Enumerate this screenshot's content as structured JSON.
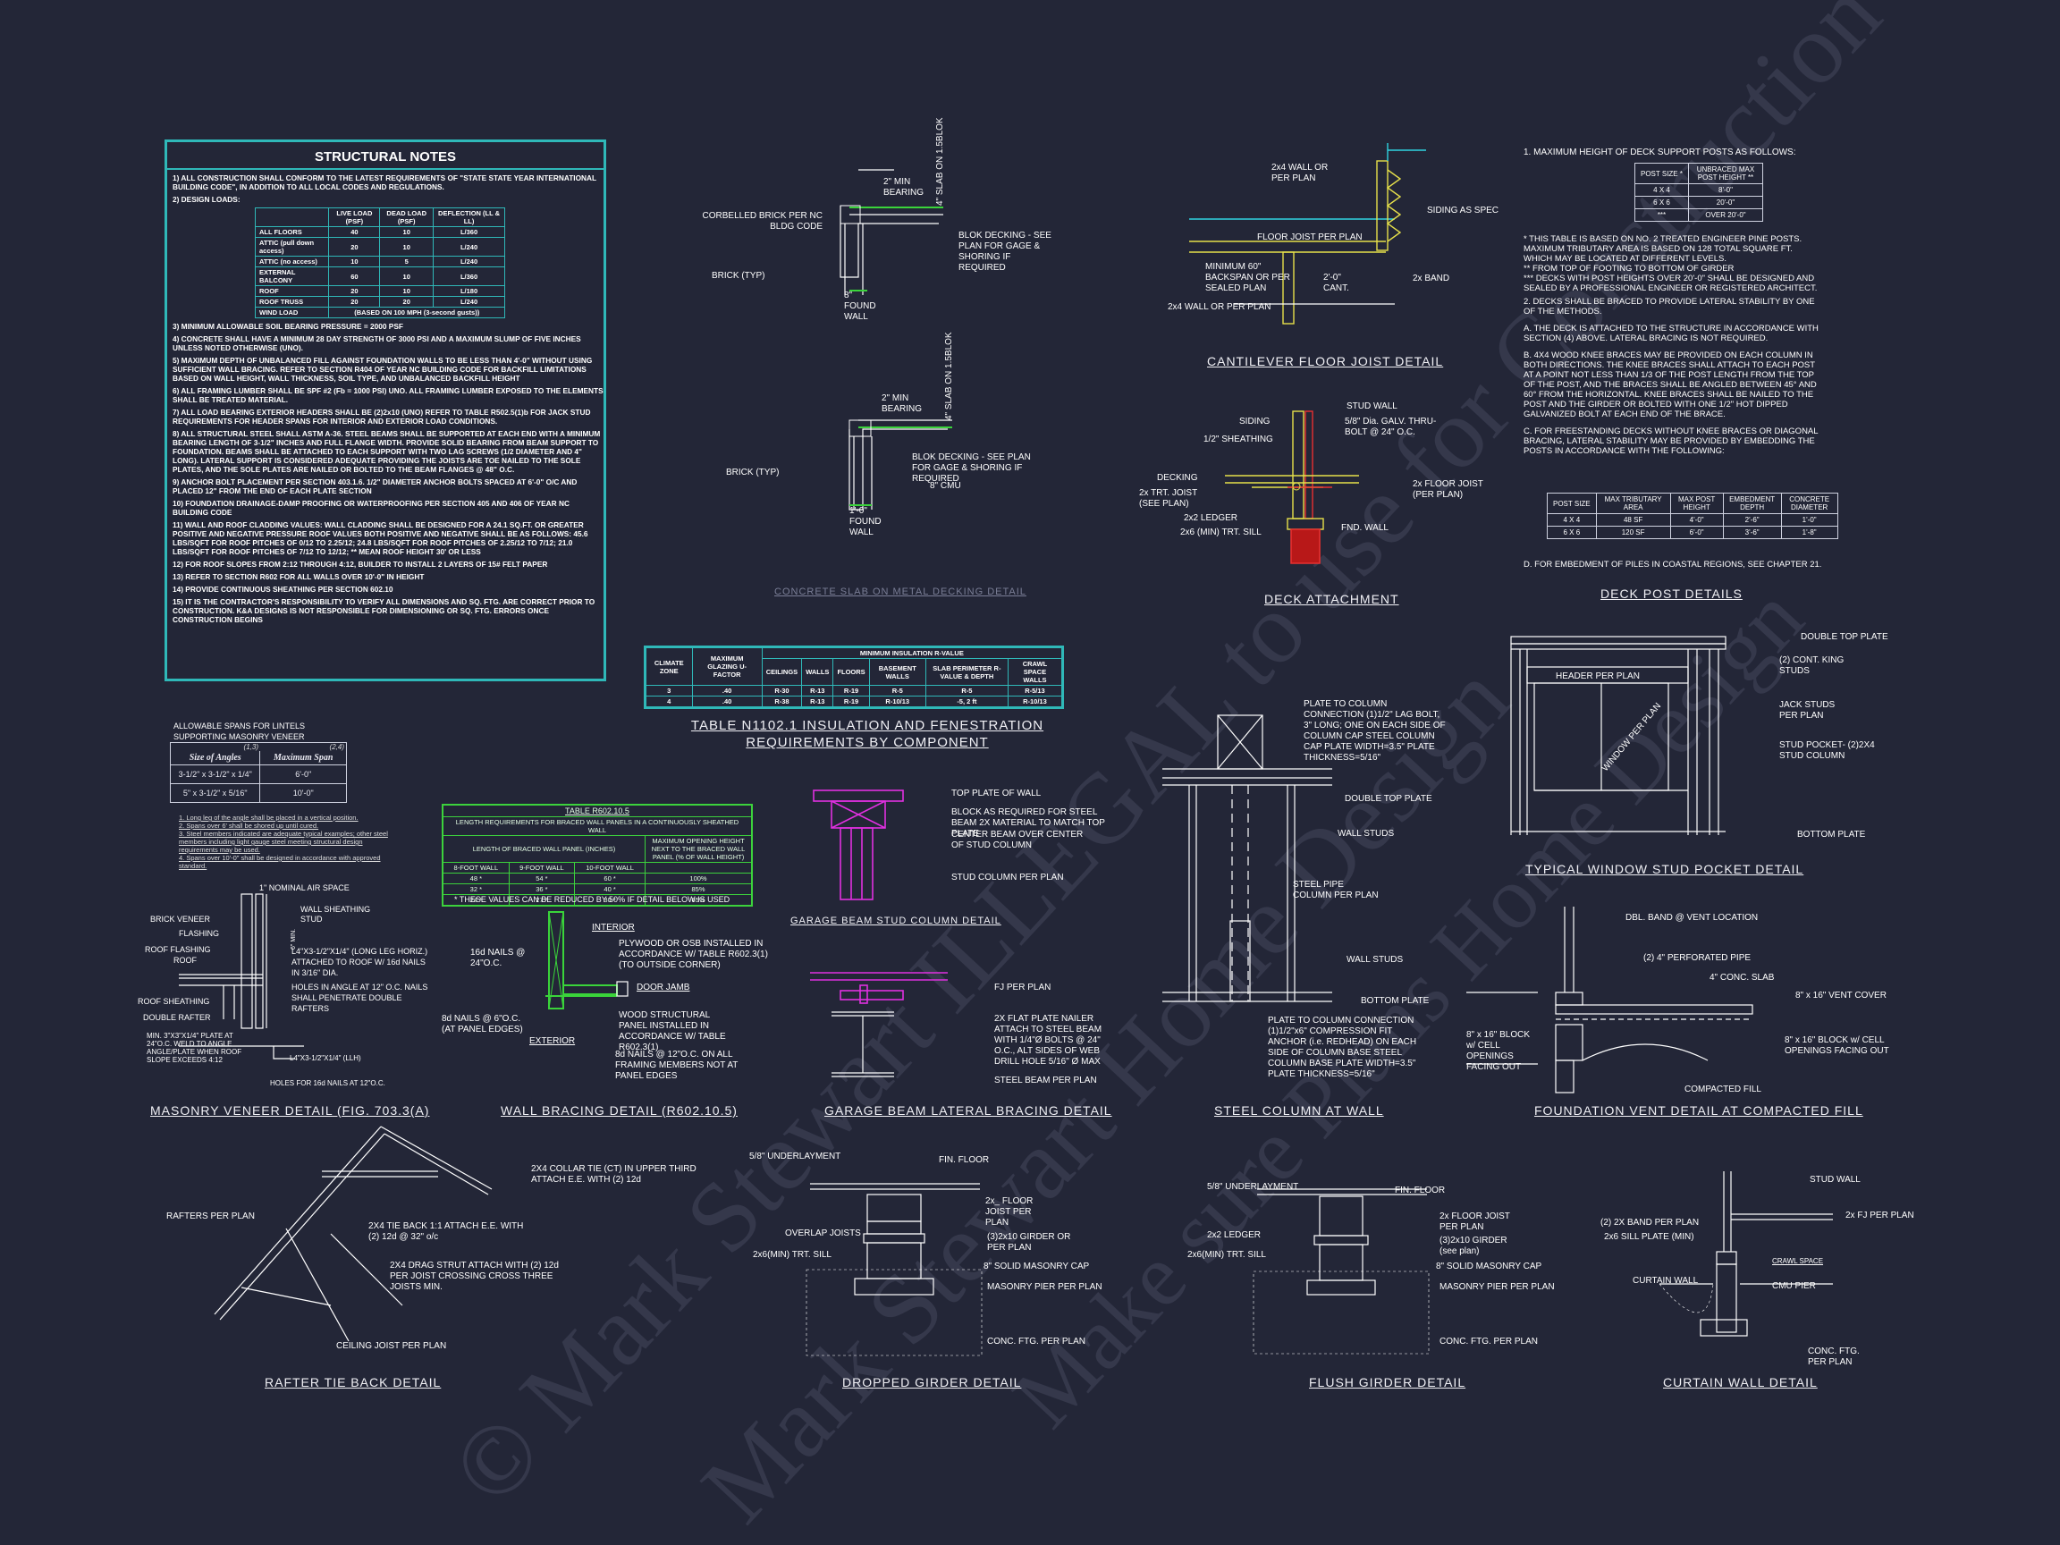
{
  "structural_notes": {
    "title": "STRUCTURAL NOTES",
    "notes": [
      "1) ALL CONSTRUCTION SHALL CONFORM TO THE LATEST REQUIREMENTS OF \"STATE STATE YEAR INTERNATIONAL BUILDING CODE\", IN ADDITION TO ALL LOCAL CODES AND REGULATIONS.",
      "2) DESIGN LOADS:"
    ],
    "load_table": {
      "headers": [
        "",
        "LIVE LOAD (PSF)",
        "DEAD LOAD (PSF)",
        "DEFLECTION (LL & LL)"
      ],
      "rows": [
        [
          "ALL FLOORS",
          "40",
          "10",
          "L/360"
        ],
        [
          "ATTIC (pull down access)",
          "20",
          "10",
          "L/240"
        ],
        [
          "ATTIC (no access)",
          "10",
          "5",
          "L/240"
        ],
        [
          "EXTERNAL BALCONY",
          "60",
          "10",
          "L/360"
        ],
        [
          "ROOF",
          "20",
          "10",
          "L/180"
        ],
        [
          "ROOF TRUSS",
          "20",
          "20",
          "L/240"
        ],
        [
          "WIND LOAD",
          "(BASED ON 100 MPH (3-second gusts))",
          "",
          ""
        ]
      ]
    },
    "notes_after": [
      "3) MINIMUM ALLOWABLE SOIL BEARING PRESSURE = 2000 PSF",
      "4) CONCRETE SHALL HAVE A MINIMUM 28 DAY STRENGTH OF 3000 PSI AND A MAXIMUM SLUMP OF FIVE INCHES UNLESS NOTED OTHERWISE (UNO).",
      "5) MAXIMUM DEPTH OF UNBALANCED FILL AGAINST FOUNDATION WALLS TO BE LESS THAN 4'-0\" WITHOUT USING SUFFICIENT WALL BRACING. REFER TO SECTION R404 OF YEAR NC BUILDING CODE FOR BACKFILL LIMITATIONS BASED ON WALL HEIGHT, WALL THICKNESS, SOIL TYPE, AND UNBALANCED BACKFILL HEIGHT",
      "6) ALL FRAMING LUMBER SHALL BE SPF #2 (Fb = 1000 PSI) UNO. ALL FRAMING LUMBER EXPOSED TO THE ELEMENTS SHALL BE TREATED MATERIAL.",
      "7) ALL LOAD BEARING EXTERIOR HEADERS SHALL BE (2)2x10 (UNO) REFER TO TABLE R502.5(1)b FOR JACK STUD REQUIREMENTS FOR HEADER SPANS FOR INTERIOR AND EXTERIOR LOAD CONDITIONS.",
      "8) ALL STRUCTURAL STEEL SHALL ASTM A-36. STEEL BEAMS SHALL BE SUPPORTED AT EACH END WITH A MINIMUM BEARING LENGTH OF 3-1/2\" INCHES AND FULL FLANGE WIDTH. PROVIDE SOLID BEARING FROM BEAM SUPPORT TO FOUNDATION. BEAMS SHALL BE ATTACHED TO EACH SUPPORT WITH TWO LAG SCREWS (1/2 DIAMETER AND 4\" LONG). LATERAL SUPPORT IS CONSIDERED ADEQUATE PROVIDING THE JOISTS ARE TOE NAILED TO THE SOLE PLATES, AND THE SOLE PLATES ARE NAILED OR BOLTED TO THE BEAM FLANGES @ 48\" O.C.",
      "9) ANCHOR BOLT PLACEMENT PER SECTION 403.1.6. 1/2\" DIAMETER ANCHOR BOLTS SPACED AT 6'-0\" O/C AND PLACED 12\" FROM THE END OF EACH PLATE SECTION",
      "10) FOUNDATION DRAINAGE-DAMP PROOFING OR WATERPROOFING PER SECTION 405 AND 406 OF YEAR NC BUILDING CODE",
      "11) WALL AND ROOF CLADDING VALUES: WALL CLADDING SHALL BE DESIGNED FOR A 24.1 SQ.FT. OR GREATER POSITIVE AND NEGATIVE PRESSURE ROOF VALUES BOTH POSITIVE AND NEGATIVE SHALL BE AS FOLLOWS: 45.6 LBS/SQFT FOR ROOF PITCHES OF 0/12 TO 2.25/12; 24.8 LBS/SQFT FOR ROOF PITCHES OF 2.25/12 TO 7/12; 21.0 LBS/SQFT FOR ROOF PITCHES OF 7/12 TO 12/12; ** MEAN ROOF HEIGHT 30' OR LESS",
      "12) FOR ROOF SLOPES FROM 2:12 THROUGH 4:12, BUILDER TO INSTALL 2 LAYERS OF 15# FELT PAPER",
      "13) REFER TO SECTION R602 FOR ALL WALLS OVER 10'-0\" IN HEIGHT",
      "14) PROVIDE CONTINUOUS SHEATHING PER SECTION 602.10",
      "15) IT IS THE CONTRACTOR'S RESPONSIBILITY TO VERIFY ALL DIMENSIONS AND SQ. FTG. ARE CORRECT PRIOR TO CONSTRUCTION. K&A DESIGNS IS NOT RESPONSIBLE FOR DIMENSIONING OR SQ. FTG. ERRORS ONCE CONSTRUCTION BEGINS"
    ]
  },
  "insulation_table": {
    "caption": "TABLE N1102.1 INSULATION AND FENESTRATION REQUIREMENTS BY COMPONENT",
    "group_header": "MINIMUM INSULATION R-VALUE",
    "headers": [
      "CLIMATE ZONE",
      "MAXIMUM GLAZING U-FACTOR",
      "CEILINGS",
      "WALLS",
      "FLOORS",
      "BASEMENT WALLS",
      "SLAB PERIMETER R-VALUE & DEPTH",
      "CRAWL SPACE WALLS"
    ],
    "rows": [
      [
        "3",
        ".40",
        "R-30",
        "R-13",
        "R-19",
        "R-5",
        "R-5",
        "R-5/13"
      ],
      [
        "4",
        ".40",
        "R-38",
        "R-13",
        "R-19",
        "R-10/13",
        "-5, 2 ft",
        "R-10/13"
      ]
    ]
  },
  "lintel_table": {
    "title": "ALLOWABLE SPANS FOR LINTELS SUPPORTING MASONRY VENEER",
    "refs": [
      "(1,3)",
      "(2,4)"
    ],
    "headers": [
      "Size of Angles",
      "Maximum Span"
    ],
    "rows": [
      [
        "3-1/2\" x 3-1/2\" x 1/4\"",
        "6'-0\""
      ],
      [
        "5\" x 3-1/2\" x 5/16\"",
        "10'-0\""
      ]
    ],
    "footnotes": [
      "1. Long leg of the angle shall be placed in a vertical position.",
      "2. Spans over 6' shall be shored up until cured.",
      "3. Steel members indicated are adequate typical examples; other steel members including light gauge steel meeting structural design requirements may be used.",
      "4. Spans over 10'-0\" shall be designed in accordance with approved standard."
    ]
  },
  "bracing_table": {
    "title": "TABLE R602.10.5",
    "subtitle": "LENGTH REQUIREMENTS FOR BRACED WALL PANELS IN A CONTINUOUSLY SHEATHED WALL",
    "headers": [
      "LENGTH OF BRACED WALL PANEL (INCHES)",
      "MAXIMUM OPENING HEIGHT NEXT TO THE BRACED WALL PANEL (% OF WALL HEIGHT)"
    ],
    "subheaders": [
      "8-FOOT WALL",
      "9-FOOT WALL",
      "10-FOOT WALL",
      ""
    ],
    "rows": [
      [
        "48 *",
        "54 *",
        "60 *",
        "100%"
      ],
      [
        "32 *",
        "36 *",
        "40 *",
        "85%"
      ],
      [
        "24 *",
        "27 *",
        "30 *",
        "65%"
      ]
    ],
    "footnote": "* THESE VALUES CAN BE REDUCED BY 50% IF DETAIL BELOW IS USED"
  },
  "deck_post": {
    "intro": "1. MAXIMUM HEIGHT OF DECK SUPPORT POSTS AS FOLLOWS:",
    "height_headers": [
      "POST SIZE *",
      "UNBRACED MAX POST HEIGHT **"
    ],
    "height_rows": [
      [
        "4 X 4",
        "8'-0\""
      ],
      [
        "6 X 6",
        "20'-0\""
      ],
      [
        "***",
        "OVER 20'-0\""
      ]
    ],
    "notes": [
      "* THIS TABLE IS BASED ON NO. 2 TREATED ENGINEER PINE POSTS. MAXIMUM TRIBUTARY AREA IS BASED ON 128 TOTAL SQUARE FT. WHICH MAY BE LOCATED AT DIFFERENT LEVELS.",
      "** FROM TOP OF FOOTING TO BOTTOM OF GIRDER",
      "*** DECKS WITH POST HEIGHTS OVER 20'-0\" SHALL BE DESIGNED AND SEALED BY A PROFESSIONAL ENGINEER OR REGISTERED ARCHITECT.",
      "2. DECKS SHALL BE BRACED TO PROVIDE LATERAL STABILITY BY ONE OF THE METHODS.",
      "A. THE DECK IS ATTACHED TO THE STRUCTURE IN ACCORDANCE WITH SECTION (4) ABOVE. LATERAL BRACING IS NOT REQUIRED.",
      "B. 4X4 WOOD KNEE BRACES MAY BE PROVIDED ON EACH COLUMN IN BOTH DIRECTIONS. THE KNEE BRACES SHALL ATTACH TO EACH POST AT A POINT NOT LESS THAN 1/3 OF THE POST LENGTH FROM THE TOP OF THE POST, AND THE BRACES SHALL BE ANGLED BETWEEN 45° AND 60° FROM THE HORIZONTAL. KNEE BRACES SHALL BE NAILED TO THE POST AND THE GIRDER OR BOLTED WITH ONE 1/2\" HOT DIPPED GALVANIZED BOLT AT EACH END OF THE BRACE.",
      "C. FOR FREESTANDING DECKS WITHOUT KNEE BRACES OR DIAGONAL BRACING, LATERAL STABILITY MAY BE PROVIDED BY EMBEDDING THE POSTS IN ACCORDANCE WITH THE FOLLOWING:"
    ],
    "embed_headers": [
      "POST SIZE",
      "MAX TRIBUTARY AREA",
      "MAX POST HEIGHT",
      "EMBEDMENT DEPTH",
      "CONCRETE DIAMETER"
    ],
    "embed_rows": [
      [
        "4 X 4",
        "48 SF",
        "4'-0\"",
        "2'-6\"",
        "1'-0\""
      ],
      [
        "6 X 6",
        "120 SF",
        "6'-0\"",
        "3'-6\"",
        "1'-8\""
      ]
    ],
    "note_d": "D. FOR EMBEDMENT OF PILES IN COASTAL REGIONS, SEE CHAPTER 21."
  },
  "captions": {
    "concrete_slab": "CONCRETE SLAB ON METAL DECKING DETAIL",
    "cantilever": "CANTILEVER FLOOR JOIST DETAIL",
    "deck_attachment": "DECK ATTACHMENT",
    "deck_post": "DECK POST DETAILS",
    "window_stud": "TYPICAL WINDOW STUD POCKET DETAIL",
    "masonry_veneer": "MASONRY VENEER DETAIL (FIG. 703.3(A)",
    "wall_bracing": "WALL BRACING DETAIL (R602.10.5)",
    "garage_beam_stud": "GARAGE BEAM STUD COLUMN DETAIL",
    "garage_beam_lateral": "GARAGE BEAM LATERAL BRACING DETAIL",
    "steel_column": "STEEL COLUMN AT WALL",
    "foundation_vent": "FOUNDATION VENT DETAIL AT COMPACTED FILL",
    "rafter_tie": "RAFTER TIE BACK DETAIL",
    "dropped_girder": "DROPPED GIRDER DETAIL",
    "flush_girder": "FLUSH GIRDER DETAIL",
    "curtain_wall": "CURTAIN WALL DETAIL"
  },
  "labels": {
    "slab1": [
      "2\" MIN BEARING",
      "4\" SLAB ON 1.5BLOK",
      "CORBELLED BRICK PER NC BLDG CODE",
      "BLOK DECKING - SEE PLAN FOR GAGE & SHORING IF REQUIRED",
      "BRICK (TYP)",
      "8\" FOUND WALL"
    ],
    "slab2": [
      "2\" MIN BEARING",
      "4\" SLAB ON 1.5BLOK",
      "BLOK DECKING - SEE PLAN FOR GAGE & SHORING IF REQUIRED",
      "BRICK (TYP)",
      "8\" CMU",
      "1'-0\" FOUND WALL"
    ],
    "cantilever": [
      "2x4 WALL OR PER PLAN",
      "SIDING AS SPEC",
      "FLOOR JOIST PER PLAN",
      "MINIMUM 60\" BACKSPAN OR PER SEALED PLAN",
      "2'-0\" CANT.",
      "2x BAND",
      "2x4 WALL OR PER PLAN"
    ],
    "deck": [
      "SIDING",
      "STUD WALL",
      "1/2\" SHEATHING",
      "5/8\" Dia. GALV. THRU-BOLT @ 24\" O.C.",
      "DECKING",
      "2x TRT. JOIST (SEE PLAN)",
      "2x FLOOR JOIST (PER PLAN)",
      "2x2 LEDGER",
      "2x6 (MIN) TRT. SILL",
      "FND. WALL"
    ],
    "window": [
      "DOUBLE TOP PLATE",
      "(2) CONT. KING STUDS",
      "HEADER PER PLAN",
      "JACK STUDS PER PLAN",
      "WINDOW PER PLAN",
      "STUD POCKET- (2)2X4 STUD COLUMN",
      "BOTTOM PLATE"
    ],
    "veneer": [
      "1\" NOMINAL AIR SPACE",
      "WALL SHEATHING",
      "STUD",
      "BRICK VENEER",
      "FLASHING",
      "ROOF FLASHING",
      "ROOF",
      "L4\"X3-1/2\"X1/4\" (LONG LEG HORIZ.) ATTACHED TO ROOF W/ 16d NAILS IN 3/16\" DIA.",
      "HOLES IN ANGLE AT 12\" O.C. NAILS SHALL PENETRATE DOUBLE RAFTERS",
      "ROOF SHEATHING",
      "DOUBLE RAFTER",
      "MIN. 3\"X3\"X1/4\" PLATE AT 24\"O.C. WELD TO ANGLE ANGLE/PLATE WHEN ROOF SLOPE EXCEEDS 4:12",
      "L4\"X3-1/2\"X1/4\" (LLH)",
      "HOLES FOR 16d NAILS AT 12\"O.C.",
      "6\" MIN."
    ],
    "bracing": [
      "INTERIOR",
      "16d NAILS @ 24\"O.C.",
      "PLYWOOD OR OSB INSTALLED IN ACCORDANCE W/ TABLE R602.3(1) (TO OUTSIDE CORNER)",
      "DOOR JAMB",
      "8d NAILS @ 6\"O.C. (AT PANEL EDGES)",
      "WOOD STRUCTURAL PANEL INSTALLED IN ACCORDANCE W/ TABLE R602.3(1)",
      "EXTERIOR",
      "8d NAILS @ 12\"O.C. ON ALL FRAMING MEMBERS NOT AT PANEL EDGES"
    ],
    "garage_stud": [
      "TOP PLATE OF WALL",
      "BLOCK AS REQUIRED FOR STEEL BEAM 2X MATERIAL TO MATCH TOP PLATE",
      "CENTER BEAM OVER CENTER OF STUD COLUMN",
      "STUD COLUMN PER PLAN"
    ],
    "garage_lat": [
      "FJ PER PLAN",
      "2X FLAT PLATE NAILER ATTACH TO STEEL BEAM WITH 1/4\"Ø BOLTS @ 24\" O.C., ALT SIDES OF WEB DRILL HOLE 5/16\" Ø MAX",
      "STEEL BEAM PER PLAN"
    ],
    "column": [
      "PLATE TO COLUMN CONNECTION (1)1/2\" LAG BOLT, 3\" LONG; ONE ON EACH SIDE OF COLUMN CAP STEEL COLUMN CAP PLATE WIDTH=3.5\" PLATE THICKNESS=5/16\"",
      "DOUBLE TOP PLATE",
      "WALL STUDS",
      "STEEL PIPE COLUMN PER PLAN",
      "WALL STUDS",
      "BOTTOM PLATE",
      "PLATE TO COLUMN CONNECTION (1)1/2\"x6\" COMPRESSION FIT ANCHOR (i.e. REDHEAD) ON EACH SIDE OF COLUMN BASE STEEL COLUMN BASE PLATE WIDTH=3.5\" PLATE THICKNESS=5/16\""
    ],
    "vent": [
      "DBL. BAND @ VENT LOCATION",
      "(2) 4\" PERFORATED PIPE",
      "4\" CONC. SLAB",
      "8\" x 16\" VENT COVER",
      "8\" x 16\" BLOCK w/ CELL OPENINGS FACING OUT",
      "8\" x 16\" BLOCK w/ CELL OPENINGS FACING OUT",
      "COMPACTED FILL"
    ],
    "rafter": [
      "2X4 COLLAR TIE (CT) IN UPPER THIRD ATTACH E.E. WITH (2) 12d",
      "RAFTERS PER PLAN",
      "2X4 TIE BACK 1:1 ATTACH E.E. WITH (2) 12d @ 32\" o/c",
      "2X4 DRAG STRUT ATTACH WITH (2) 12d PER JOIST CROSSING CROSS THREE JOISTS MIN.",
      "CEILING JOIST PER PLAN"
    ],
    "dropped": [
      "5/8\" UNDERLAYMENT",
      "FIN. FLOOR",
      "2x_ FLOOR JOIST PER PLAN",
      "OVERLAP JOISTS",
      "(3)2x10 GIRDER OR PER PLAN",
      "2x6(MIN) TRT. SILL",
      "8\" SOLID MASONRY CAP",
      "MASONRY PIER PER PLAN",
      "CONC. FTG. PER PLAN"
    ],
    "flush": [
      "5/8\" UNDERLAYMENT",
      "FIN. FLOOR",
      "2x FLOOR JOIST PER PLAN",
      "2x2 LEDGER",
      "(3)2x10 GIRDER (see plan)",
      "2x6(MIN) TRT. SILL",
      "8\" SOLID MASONRY CAP",
      "MASONRY PIER PER PLAN",
      "CONC. FTG. PER PLAN"
    ],
    "curtain": [
      "STUD WALL",
      "2x FJ PER PLAN",
      "(2) 2X BAND PER PLAN",
      "2x6 SILL PLATE (MIN)",
      "CRAWL SPACE",
      "CURTAIN WALL",
      "CMU PIER",
      "CONC. FTG. PER PLAN"
    ]
  },
  "watermark": [
    "© Mark Stewart ILLEGAL to use for Construction",
    "Mark Stewart Home Design",
    "Make sure Plans Home Design"
  ]
}
